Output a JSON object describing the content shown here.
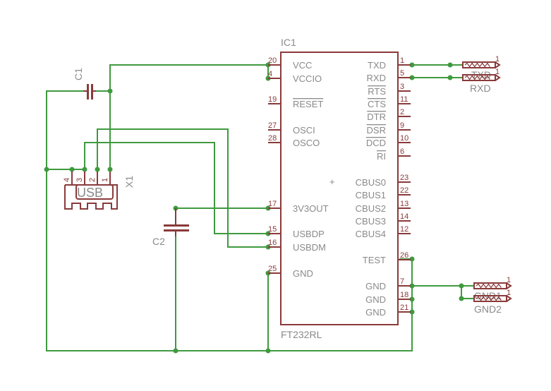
{
  "ic": {
    "name": "IC1",
    "value": "FT232RL",
    "left_pins": [
      {
        "num": "20",
        "name": "VCC"
      },
      {
        "num": "4",
        "name": "VCCIO"
      },
      {
        "num": "19",
        "name": "RESET"
      },
      {
        "num": "27",
        "name": "OSCI"
      },
      {
        "num": "28",
        "name": "OSCO"
      },
      {
        "num": "17",
        "name": "3V3OUT"
      },
      {
        "num": "15",
        "name": "USBDP"
      },
      {
        "num": "16",
        "name": "USBDM"
      },
      {
        "num": "25",
        "name": "GND"
      }
    ],
    "right_pins": [
      {
        "num": "1",
        "name": "TXD"
      },
      {
        "num": "5",
        "name": "RXD"
      },
      {
        "num": "3",
        "name": "RTS"
      },
      {
        "num": "11",
        "name": "CTS"
      },
      {
        "num": "2",
        "name": "DTR"
      },
      {
        "num": "9",
        "name": "DSR"
      },
      {
        "num": "10",
        "name": "DCD"
      },
      {
        "num": "6",
        "name": "RI"
      },
      {
        "num": "23",
        "name": "CBUS0"
      },
      {
        "num": "22",
        "name": "CBUS1"
      },
      {
        "num": "13",
        "name": "CBUS2"
      },
      {
        "num": "14",
        "name": "CBUS3"
      },
      {
        "num": "12",
        "name": "CBUS4"
      },
      {
        "num": "26",
        "name": "TEST"
      },
      {
        "num": "7",
        "name": "GND"
      },
      {
        "num": "18",
        "name": "GND"
      },
      {
        "num": "21",
        "name": "GND"
      }
    ],
    "origin_mark": "+"
  },
  "usb": {
    "name": "X1",
    "label": "USB",
    "pins": [
      "4",
      "3",
      "2",
      "1"
    ]
  },
  "capacitors": [
    {
      "name": "C1"
    },
    {
      "name": "C2"
    }
  ],
  "connectors": [
    {
      "name": "TXD",
      "pin_mark": "1"
    },
    {
      "name": "RXD",
      "pin_mark": "1"
    },
    {
      "name": "GND1",
      "pin_mark": "1"
    },
    {
      "name": "GND2",
      "pin_mark": "1"
    }
  ],
  "colors": {
    "wire": "#3f9a3f",
    "part": "#8a3a3a",
    "text": "#8a8a8a"
  }
}
